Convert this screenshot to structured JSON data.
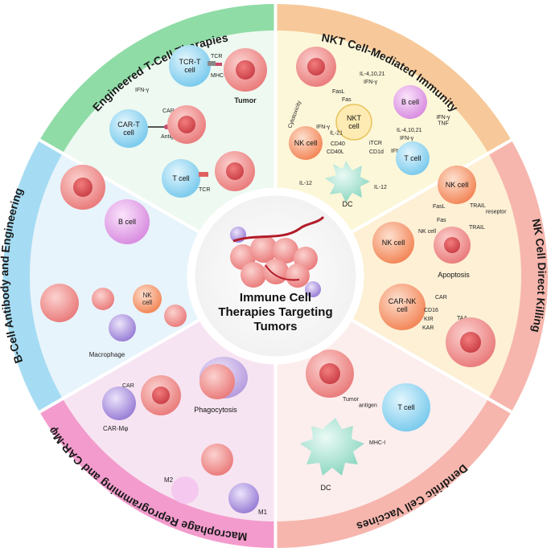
{
  "center": {
    "title_lines": [
      "Immune Cell",
      "Therapies Targeting",
      "Tumors"
    ]
  },
  "sections": {
    "engineered_t": {
      "title": "Engineered T-Cell Therapies",
      "color": "#8fdca6",
      "labels": {
        "tcr_t": "TCR-T\ncell",
        "tcr": "TCR",
        "mhc_i": "MHC-I",
        "tumor": "Tumor",
        "ifn": "IFN-γ",
        "car": "CAR",
        "car_t": "CAR-T\ncell",
        "antigen": "Antigen",
        "t_cell": "T cell",
        "tcr2": "TCR"
      }
    },
    "nkt": {
      "title": "NKT Cell-Mediated Immunity",
      "color": "#f7c99a",
      "labels": {
        "fasl": "FasL",
        "fas": "Fas",
        "il4": "IL-4,10,21",
        "ifn1": "IFN-γ",
        "b_cell": "B cell",
        "ifn_tnf": "IFN-γ\nTNF",
        "cytotoxicity": "Cytotoxicity",
        "nkt_cell": "NKT\ncell",
        "nk_cell": "NK cell",
        "ifn_il21": "IFN-γ\nIL-21",
        "cd40": "CD40",
        "cd40l": "CD40L",
        "itcr": "iTCR",
        "cd1d": "CD1d",
        "ifn_tnf2": "IFN-γ\nTNF",
        "il4b": "IL-4,10,21",
        "ifn2": "IFN-γ",
        "t_cell": "T cell",
        "il12a": "IL-12",
        "il12b": "IL-12",
        "dc": "DC"
      }
    },
    "nk": {
      "title": "NK Cell Direct Killing",
      "color": "#f6b6ad",
      "labels": {
        "nk_top": "NK cell",
        "fasl": "FasL",
        "trail_receptor": "TRAIL\nreseptor",
        "fas": "Fas",
        "trail": "TRAIL",
        "nk_mid": "NK cell",
        "nk_ligand": "NK cell\nligand",
        "apoptosis": "Apoptosis",
        "car_nk": "CAR-NK\ncell",
        "car": "CAR",
        "cd16": "CD16",
        "kir": "KIR",
        "kar": "KAR",
        "taa": "TAA"
      }
    },
    "dc": {
      "title": "Dendritic Cell Vaccines",
      "color": "#f6b6ad",
      "labels": {
        "tumor_antigen": "Tumor\nantigen",
        "t_cell": "T cell",
        "mhc_i": "MHC-I",
        "dc": "DC"
      }
    },
    "macrophage": {
      "title": "Macrophage Reprogramming and CAR-Mφ",
      "color": "#f39bcd",
      "labels": {
        "car": "CAR",
        "car_m": "CAR-Mφ",
        "phagocytosis": "Phagocytosis",
        "m2": "M2",
        "m1": "M1"
      }
    },
    "bcell": {
      "title": "B-Cell Antibody and Engineering",
      "color": "#a6dcf3",
      "labels": {
        "b_cell": "B cell",
        "nk_cell": "NK\ncell",
        "macrophage": "Macrophage"
      }
    }
  },
  "colors": {
    "tumor_fill": "#f08a8a",
    "tumor_nucleus": "#e55a5a",
    "t_cell": "#8fd3f2",
    "b_cell": "#e7a2ea",
    "nk_cell": "#f7a07a",
    "car_m": "#9c84d8",
    "dc": "#a9e4d4"
  }
}
